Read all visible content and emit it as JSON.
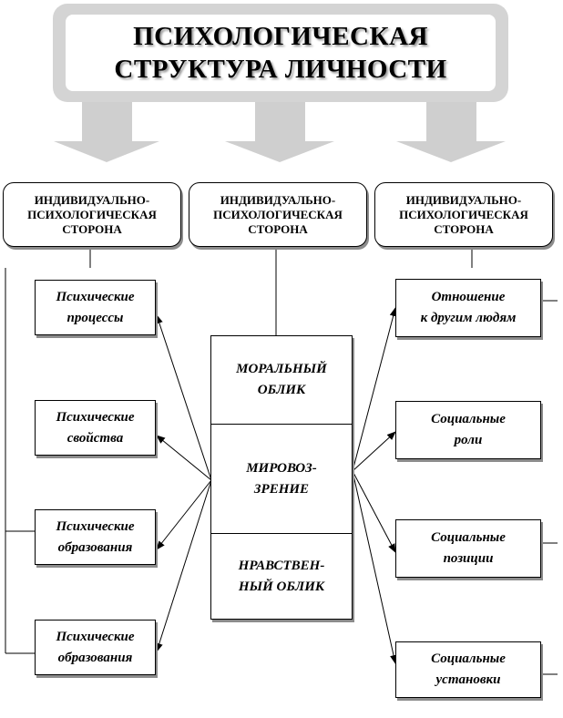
{
  "title": {
    "line1": "ПСИХОЛОГИЧЕСКАЯ",
    "line2": "СТРУКТУРА ЛИЧНОСТИ"
  },
  "headers": [
    "ИНДИВИДУАЛЬНО-\nПСИХОЛОГИЧЕСКАЯ\nСТОРОНА",
    "ИНДИВИДУАЛЬНО-\nПСИХОЛОГИЧЕСКАЯ\nСТОРОНА",
    "ИНДИВИДУАЛЬНО-\nПСИХОЛОГИЧЕСКАЯ\nСТОРОНА"
  ],
  "left_items": [
    "Психические\nпроцессы",
    "Психические\nсвойства",
    "Психические\nобразования",
    "Психические\nобразования"
  ],
  "center_items": [
    "МОРАЛЬНЫЙ\nОБЛИК",
    "МИРОВОЗ-\nЗРЕНИЕ",
    "НРАВСТВЕН-\nНЫЙ ОБЛИК"
  ],
  "right_items": [
    "Отношение\nк другим людям",
    "Социальные\nроли",
    "Социальные\nпозиции",
    "Социальные\nустановки"
  ],
  "colors": {
    "title_frame": "#d4d4d4",
    "big_arrow": "#cfcfcf",
    "shadow": "#8c8c8c",
    "line": "#000000"
  }
}
